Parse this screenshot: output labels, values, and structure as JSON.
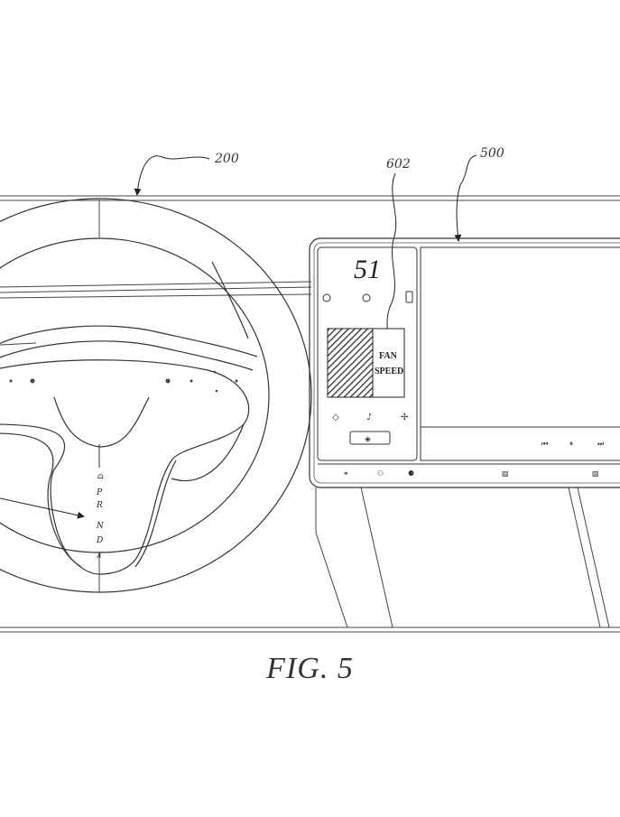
{
  "labels": {
    "steering_ref": "200",
    "display_ref": "500",
    "control_ref": "602"
  },
  "display": {
    "speed": "51",
    "fan_label_line1": "FAN",
    "fan_label_line2": "SPEED"
  },
  "shifter": {
    "p": "P",
    "r": "R",
    "n": "N",
    "d": "D"
  },
  "caption": "FIG. 5"
}
